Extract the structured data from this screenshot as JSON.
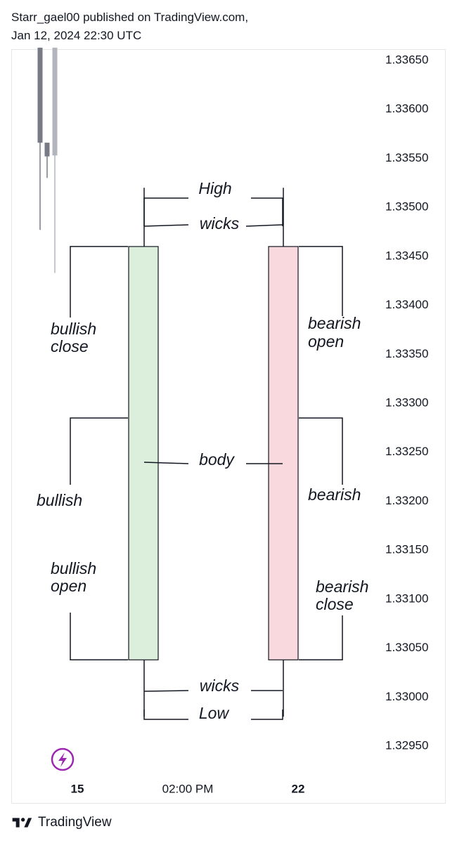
{
  "header": {
    "line1": "Starr_gael00 published on TradingView.com,",
    "line2": "Jan 12, 2024 22:30 UTC"
  },
  "footer": {
    "brand": "TradingView"
  },
  "colors": {
    "bull_body": "#dcefdc",
    "bear_body": "#f9d8de",
    "outline": "#131722",
    "bg_candle_dark": "#787b86",
    "bg_candle_light": "#b2b5be",
    "lightning": "#9c27b0"
  },
  "icons": {
    "lightning": "lightning-icon",
    "logo": "tradingview-logo-icon"
  },
  "chart_data": {
    "type": "candlestick",
    "y_ticks": [
      "1.33650",
      "1.33600",
      "1.33550",
      "1.33500",
      "1.33450",
      "1.33400",
      "1.33350",
      "1.33300",
      "1.33250",
      "1.33200",
      "1.33150",
      "1.33100",
      "1.33050",
      "1.33000",
      "1.32950"
    ],
    "ylim": [
      1.3293,
      1.3367
    ],
    "x_ticks": [
      {
        "label": "15",
        "bold": true
      },
      {
        "label": "02:00 PM",
        "bold": false
      },
      {
        "label": "22",
        "bold": true
      }
    ],
    "background_candles": [
      {
        "open": 1.33663,
        "high": 1.33663,
        "low": 1.33477,
        "close": 1.33566
      },
      {
        "open": 1.33566,
        "high": 1.33566,
        "low": 1.3353,
        "close": 1.33552
      },
      {
        "open": 1.33663,
        "high": 1.33663,
        "low": 1.33433,
        "close": 1.33553
      }
    ],
    "candles": [
      {
        "name": "bullish",
        "open": 1.33038,
        "close": 1.3346,
        "high": 1.3352,
        "low": 1.3298
      },
      {
        "name": "bearish",
        "open": 1.3346,
        "close": 1.33038,
        "high": 1.3352,
        "low": 1.3298
      }
    ],
    "annotations": {
      "high": "High",
      "wicks_top": "wicks",
      "body": "body",
      "wicks_bottom": "wicks",
      "low": "Low",
      "bullish_close": [
        "bullish",
        "close"
      ],
      "bullish": "bullish",
      "bullish_open": [
        "bullish",
        "open"
      ],
      "bearish_open": [
        "bearish",
        "open"
      ],
      "bearish": "bearish",
      "bearish_close": [
        "bearish",
        "close"
      ]
    }
  }
}
